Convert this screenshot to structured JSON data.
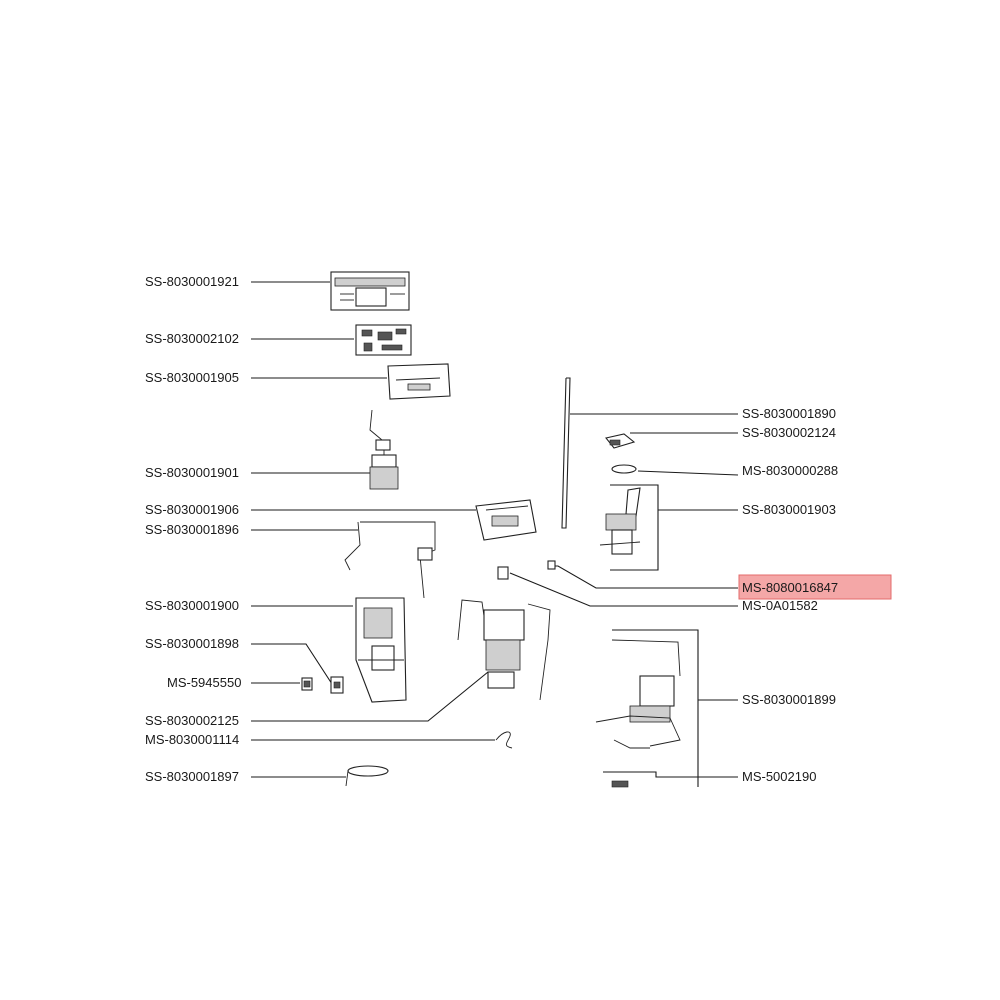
{
  "labels": {
    "ss_8030001921": "SS-8030001921",
    "ss_8030002102": "SS-8030002102",
    "ss_8030001905": "SS-8030001905",
    "ss_8030001901": "SS-8030001901",
    "ss_8030001906": "SS-8030001906",
    "ss_8030001896": "SS-8030001896",
    "ss_8030001900": "SS-8030001900",
    "ss_8030001898": "SS-8030001898",
    "ms_5945550": "MS-5945550",
    "ss_8030002125": "SS-8030002125",
    "ms_8030001114": "MS-8030001114",
    "ss_8030001897": "SS-8030001897",
    "ss_8030001890": "SS-8030001890",
    "ss_8030002124": "SS-8030002124",
    "ms_8030000288": "MS-8030000288",
    "ss_8030001903": "SS-8030001903",
    "ms_8080016847": "MS-8080016847",
    "ms_0a01582": "MS-0A01582",
    "ss_8030001899": "SS-8030001899",
    "ms_5002190": "MS-5002190"
  },
  "highlighted_label": "MS-8080016847",
  "colors": {
    "highlight": "#f4a7a7",
    "line": "#1a1a1a"
  }
}
